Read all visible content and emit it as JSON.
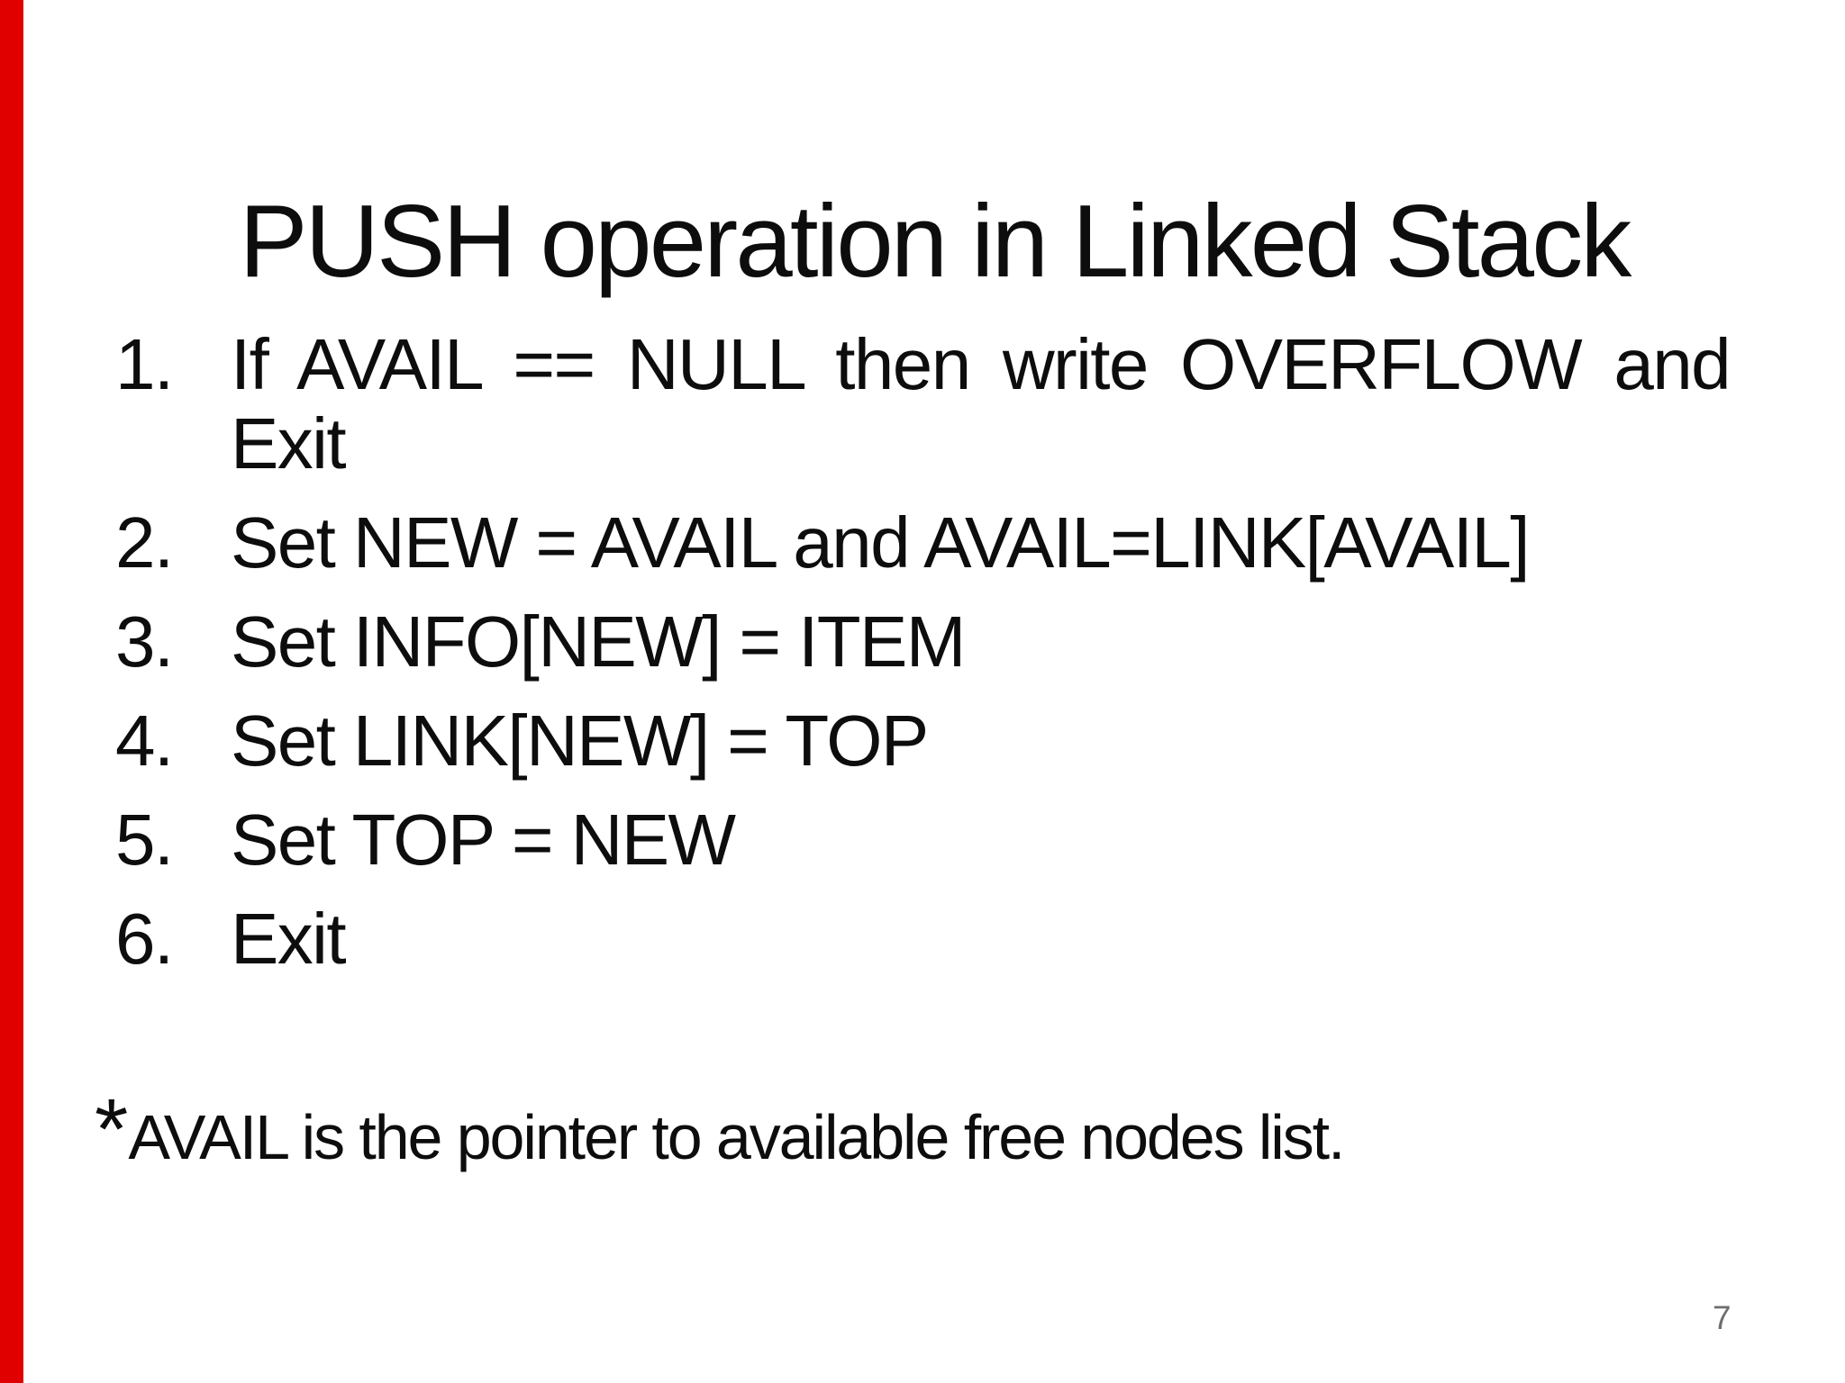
{
  "slide": {
    "title": "PUSH operation in Linked Stack",
    "steps": [
      {
        "number": "1.",
        "line1": "If AVAIL == NULL then write OVERFLOW and",
        "line2": "Exit"
      },
      {
        "number": "2.",
        "text": "Set NEW = AVAIL and AVAIL=LINK[AVAIL]"
      },
      {
        "number": "3.",
        "text": "Set INFO[NEW] = ITEM"
      },
      {
        "number": "4.",
        "text": "Set LINK[NEW] = TOP"
      },
      {
        "number": "5.",
        "text": "Set TOP = NEW"
      },
      {
        "number": "6.",
        "text": "Exit"
      }
    ],
    "footnote": {
      "marker": "*",
      "text": "AVAIL is the pointer to available free nodes list."
    },
    "page_number": "7",
    "colors": {
      "background": "#ffffff",
      "text": "#0d0d0d",
      "left_edge_strip": "#e00000",
      "page_number": "#6e6e6e"
    }
  }
}
